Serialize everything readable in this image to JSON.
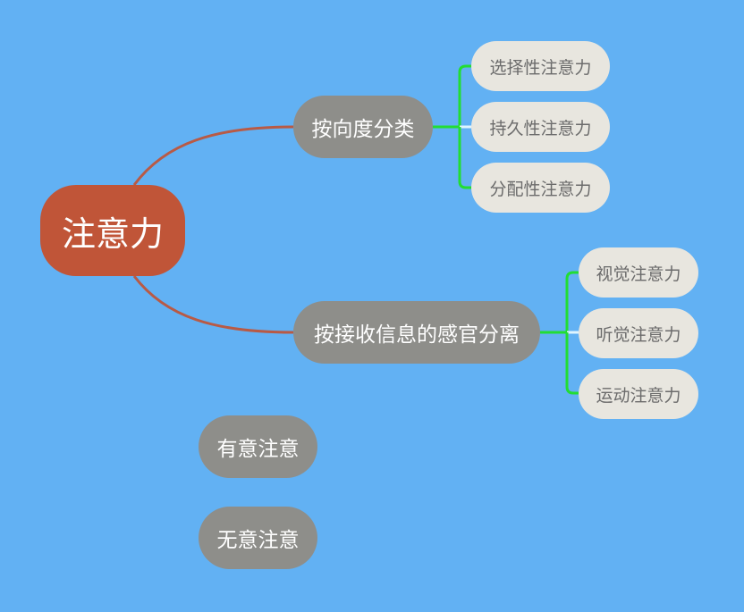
{
  "root": {
    "label": "注意力"
  },
  "branches": [
    {
      "label": "按向度分类",
      "children": [
        "选择性注意力",
        "持久性注意力",
        "分配性注意力"
      ]
    },
    {
      "label": "按接收信息的感官分离",
      "children": [
        "视觉注意力",
        "听觉注意力",
        "运动注意力"
      ]
    }
  ],
  "floating": [
    "有意注意",
    "无意注意"
  ],
  "colors": {
    "background": "#62b1f3",
    "root": "#c05538",
    "branch": "#8e8e8a",
    "leaf": "#e8e6df",
    "root_connector": "#b85a45",
    "leaf_connector": "#22dd33"
  }
}
